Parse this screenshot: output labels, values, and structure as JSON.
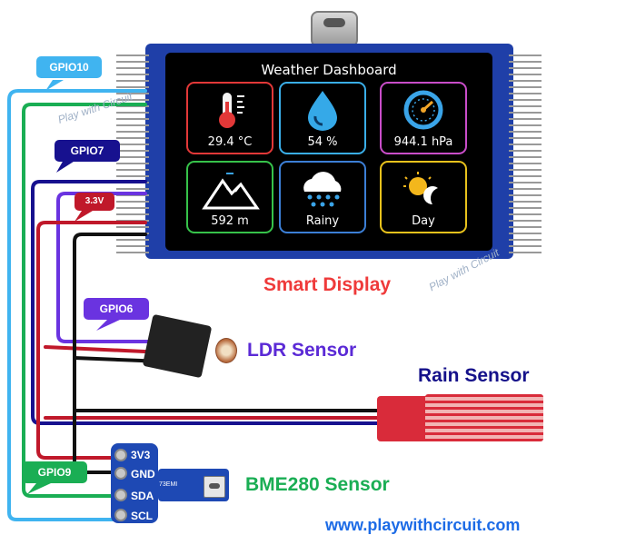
{
  "display": {
    "title": "Weather Dashboard",
    "tiles": [
      {
        "icon": "thermometer-icon",
        "value": "29.4 °C",
        "border": "#e23838"
      },
      {
        "icon": "water-drop-icon",
        "value": "54 %",
        "border": "#3aaee8"
      },
      {
        "icon": "gauge-icon",
        "value": "944.1 hPa",
        "border": "#c94dc9"
      },
      {
        "icon": "mountain-icon",
        "value": "592 m",
        "border": "#36c24a"
      },
      {
        "icon": "rain-cloud-icon",
        "value": "Rainy",
        "border": "#3c7fd6"
      },
      {
        "icon": "sun-moon-icon",
        "value": "Day",
        "border": "#e8c21c"
      }
    ]
  },
  "labels": {
    "gpio10": "GPIO10",
    "gpio7": "GPIO7",
    "v33": "3.3V",
    "gpio6": "GPIO6",
    "gpio9": "GPIO9",
    "smart_display": "Smart Display",
    "ldr_sensor": "LDR Sensor",
    "rain_sensor": "Rain Sensor",
    "bme280_sensor": "BME280 Sensor",
    "bme_pins": [
      "3V3",
      "GND",
      "SDA",
      "SCL"
    ],
    "bme_print": "73EMI",
    "website": "www.playwithcircuit.com",
    "watermark": "Play with Circuit"
  },
  "colors": {
    "gpio10": "#40b4f0",
    "gpio7": "#17118f",
    "v33": "#c0182a",
    "gpio6": "#6a33e0",
    "gpio9": "#1aae54",
    "smart_display": "#ef3a3a",
    "ldr_sensor": "#5b2ad6",
    "rain_sensor": "#15118a",
    "bme280_sensor": "#1aae54",
    "website": "#1c6be6"
  }
}
